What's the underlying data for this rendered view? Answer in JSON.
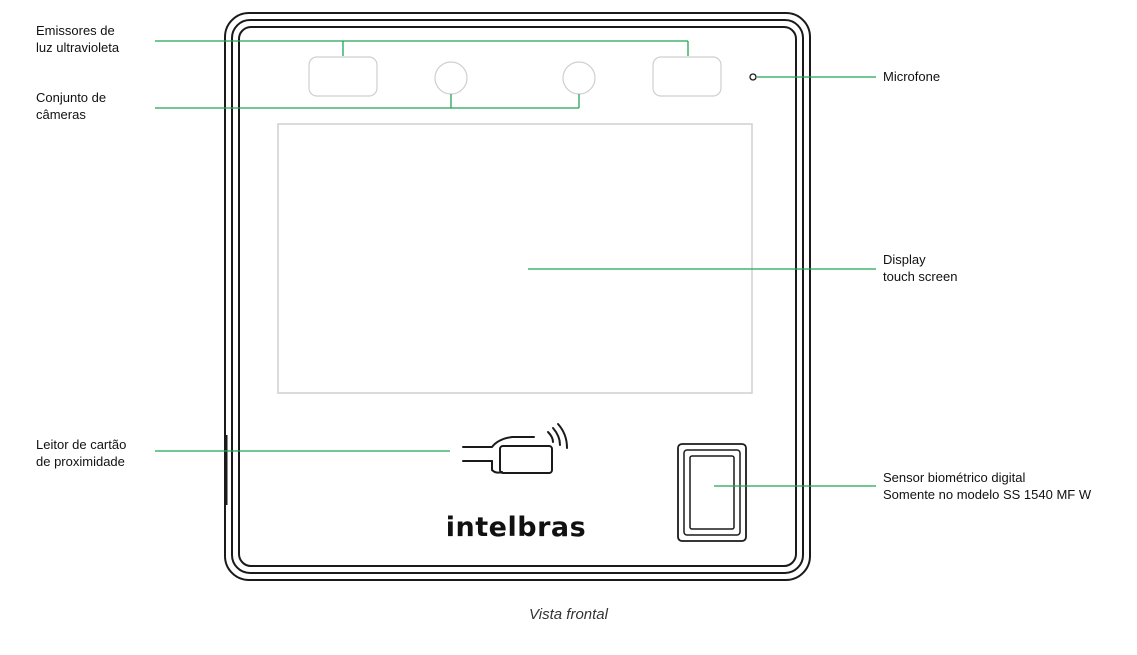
{
  "labels": {
    "uv_emitters_line1": "Emissores de",
    "uv_emitters_line2": "luz ultravioleta",
    "cameras_line1": "Conjunto de",
    "cameras_line2": "câmeras",
    "microphone": "Microfone",
    "display_line1": "Display",
    "display_line2": "touch screen",
    "card_reader_line1": "Leitor de cartão",
    "card_reader_line2": "de proximidade",
    "biometric_line1": "Sensor biométrico digital",
    "biometric_line2": "Somente no modelo SS 1540 MF W"
  },
  "brand": {
    "logo_text": "intelbras"
  },
  "caption": "Vista frontal",
  "colors": {
    "leader_line": "#22a454",
    "outline": "#1a1a1a",
    "light_outline": "#cccccc"
  }
}
